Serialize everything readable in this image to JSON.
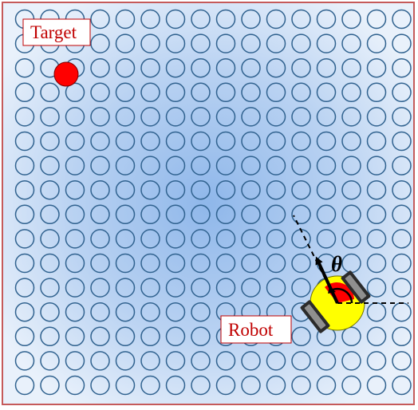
{
  "labels": {
    "target": "Target",
    "robot": "Robot",
    "theta": "θ"
  },
  "colors": {
    "background_center": "#8fb7ea",
    "background_edge": "#e9f1fb",
    "frame_border": "#c55a5a",
    "grid_circle_stroke": "#30628f",
    "target_fill": "#ff0000",
    "label_text": "#c00000",
    "label_box_stroke": "#c00000",
    "robot_body": "#ffff00",
    "robot_heading_wedge": "#ff0000",
    "wheel": "#2b2b2b",
    "wheel_highlight": "#a0a0a0"
  },
  "grid": {
    "rows": 16,
    "cols": 16
  },
  "icons": {
    "target": "red-dot-icon",
    "robot": "wheeled-robot-icon",
    "heading": "arrow-icon",
    "angle": "angle-arc-icon"
  }
}
